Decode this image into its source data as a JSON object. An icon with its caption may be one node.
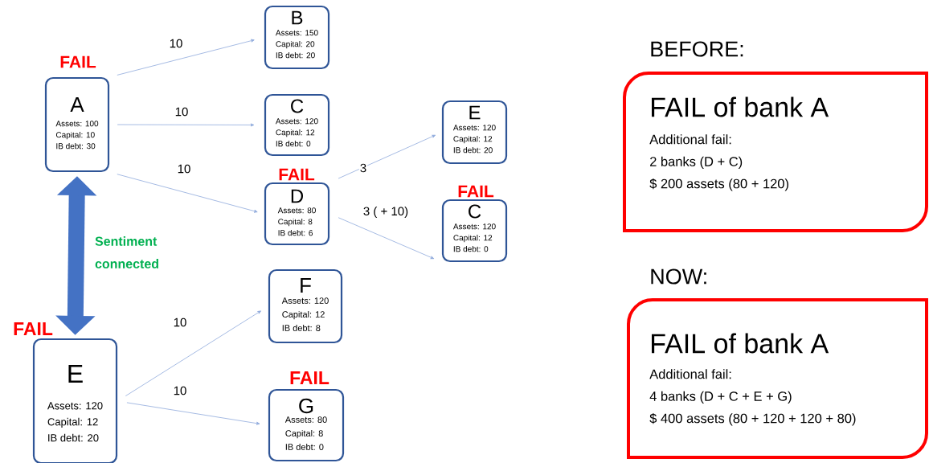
{
  "diagram": {
    "nodes": [
      {
        "text": [
          "A",
          "Assets: 100",
          "Capital: 10",
          "IB debt: 30"
        ],
        "beside": [
          "FAIL"
        ]
      },
      {
        "text": [
          "B",
          "Assets: 150",
          "Capital: 20",
          "IB debt: 20"
        ]
      },
      {
        "text": [
          "C",
          "Assets: 120",
          "Capital: 12",
          "IB debt: 0"
        ]
      },
      {
        "text": [
          "D",
          "Assets: 80",
          "Capital: 8",
          "IB debt: 6"
        ],
        "beside": [
          "FAIL"
        ]
      },
      {
        "text": [
          "E",
          "Assets: 120",
          "Capital: 12",
          "IB debt: 20"
        ]
      },
      {
        "text": [
          "C",
          "Assets: 120",
          "Capital: 12",
          "IB debt: 0"
        ],
        "beside": [
          "FAIL"
        ]
      },
      {
        "text": [
          "E",
          "Assets: 120",
          "Capital: 12",
          "IB debt: 20"
        ],
        "beside": [
          "FAIL"
        ]
      },
      {
        "text": [
          "F",
          "Assets: 120",
          "Capital: 12",
          "IB debt: 8"
        ]
      },
      {
        "text": [
          "G",
          "Assets: 80",
          "Capital: 8",
          "IB debt: 0"
        ],
        "beside": [
          "FAIL"
        ]
      },
      {
        "text": [
          "BEFORE:",
          "FAIL of bank A",
          "Additional fail:",
          "2 banks (D + C)",
          "$ 200 assets (80 + 120)"
        ]
      },
      {
        "text": [
          "NOW:",
          "FAIL of bank A",
          "Additional fail:",
          "4 banks (D + C + E + G)",
          "$ 400 assets (80 + 120 + 120 + 80)"
        ]
      }
    ],
    "edges": [
      {
        "from": 0,
        "to": 1,
        "arrow": "to",
        "label": "10"
      },
      {
        "from": 0,
        "to": 2,
        "arrow": "to",
        "label": "10"
      },
      {
        "from": 0,
        "to": 3,
        "arrow": "to",
        "label": "10"
      },
      {
        "from": 3,
        "to": 4,
        "arrow": "to",
        "label": "3"
      },
      {
        "from": 3,
        "to": 5,
        "arrow": "to",
        "label": "3 ( + 10)"
      },
      {
        "from": 6,
        "to": 7,
        "arrow": "to",
        "label": "10"
      },
      {
        "from": 6,
        "to": 8,
        "arrow": "to",
        "label": "10"
      },
      {
        "from": 0,
        "to": 6,
        "arrow": "both",
        "label": "Sentiment connected",
        "style": "thick",
        "color": "#4472c4"
      }
    ]
  }
}
